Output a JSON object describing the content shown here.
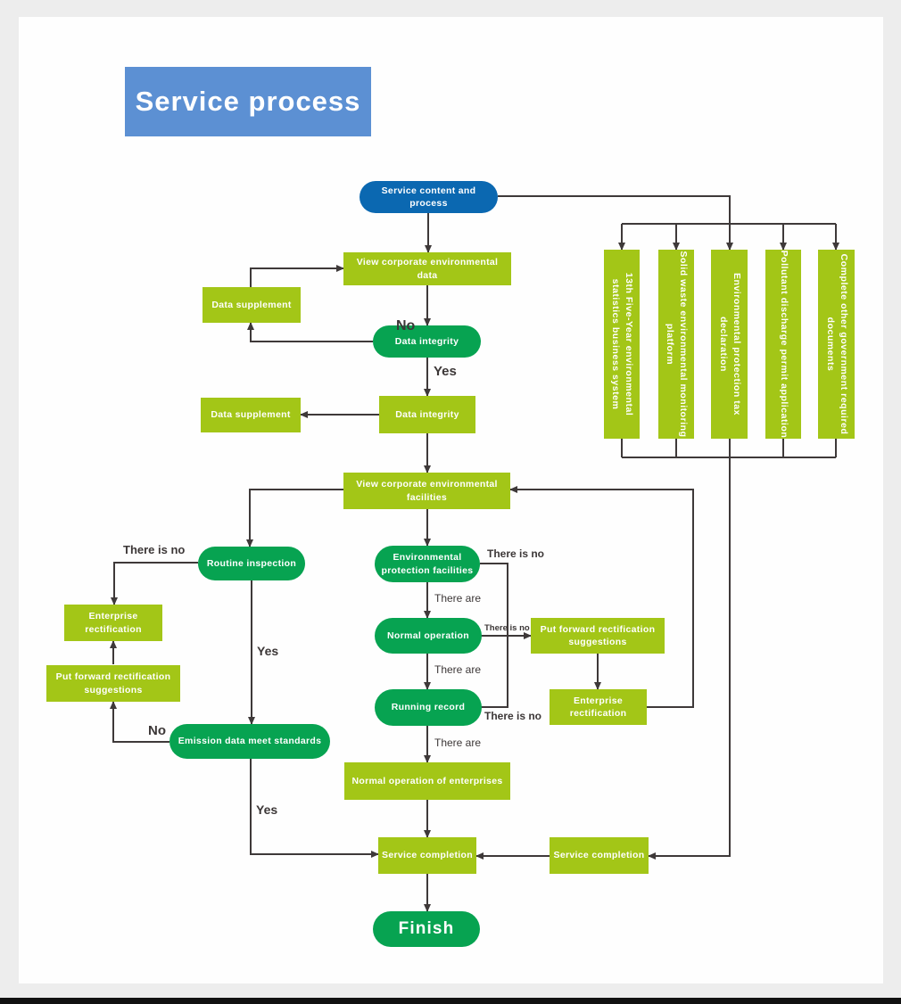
{
  "title": "Service process",
  "colors": {
    "title_blue": "#5c90d3",
    "start_pill_blue": "#0b68b1",
    "process_light_green": "#a3c617",
    "decision_dark_green": "#07a351",
    "connector_gray": "#3e3939",
    "canvas_white": "#fefefe",
    "page_background": "#ededed"
  },
  "nodes": {
    "service_pill": "Service content and process",
    "view_data": "View corporate environmental data",
    "data_supplement_1": "Data supplement",
    "data_integrity_pill": "Data integrity",
    "data_supplement_2": "Data supplement",
    "data_integrity_rect": "Data integrity",
    "view_facilities": "View corporate environmental facilities",
    "env_facilities": "Environmental protection facilities",
    "normal_operation": "Normal operation",
    "running_record": "Running record",
    "put_forward_right": "Put forward rectification suggestions",
    "enterprise_right": "Enterprise rectification",
    "routine_inspection": "Routine inspection",
    "enterprise_left": "Enterprise rectification",
    "put_forward_left": "Put forward rectification suggestions",
    "emission_standards": "Emission data meet standards",
    "normal_op_enterprises": "Normal operation of enterprises",
    "service_completion_1": "Service completion",
    "service_completion_2": "Service completion",
    "finish": "Finish",
    "vertical_1": "13th Five-Year environmental statistics business system",
    "vertical_2": "Solid waste environmental monitoring platform",
    "vertical_3": "Environmental protection tax declaration",
    "vertical_4": "Pollutant discharge permit application",
    "vertical_5": "Complete other government required documents"
  },
  "edge_labels": {
    "no_data_integrity": "No",
    "yes_data_integrity": "Yes",
    "there_is_no_routine": "There is no",
    "yes_routine": "Yes",
    "no_emission": "No",
    "yes_emission": "Yes",
    "there_is_no_env": "There is no",
    "there_are_env": "There are",
    "there_is_no_normal": "There is no",
    "there_are_normal": "There are",
    "there_is_no_running": "There is no",
    "there_are_running": "There are"
  }
}
